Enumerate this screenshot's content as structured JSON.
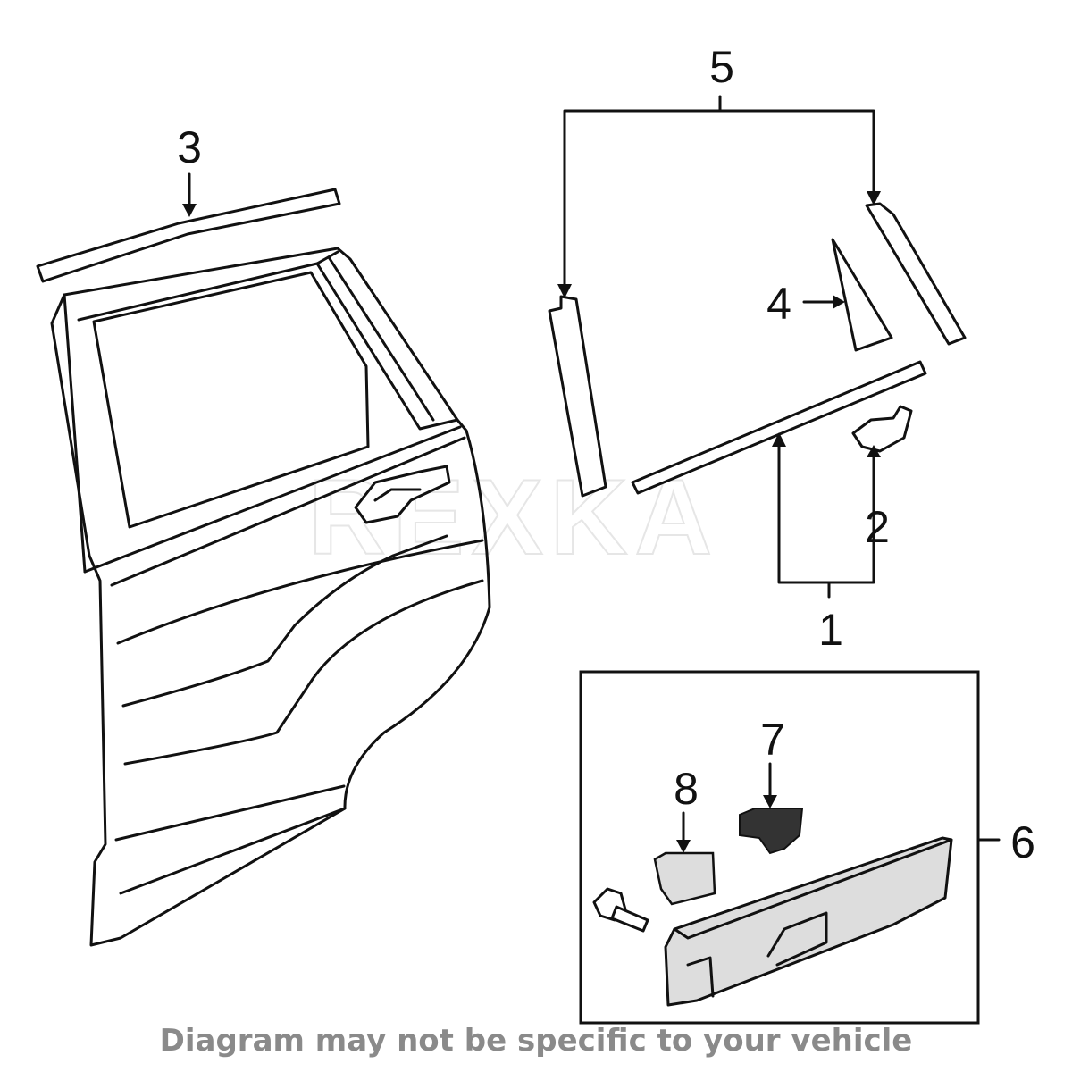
{
  "diagram": {
    "callouts": {
      "c1": "1",
      "c2": "2",
      "c3": "3",
      "c4": "4",
      "c5": "5",
      "c6": "6",
      "c7": "7",
      "c8": "8"
    },
    "watermark": "REXKA",
    "caption": "Diagram may not be specific to your vehicle"
  },
  "colors": {
    "line": "#111111",
    "caption": "#8a8a8a",
    "part_dark": "#333333",
    "part_light": "#dddddd"
  }
}
